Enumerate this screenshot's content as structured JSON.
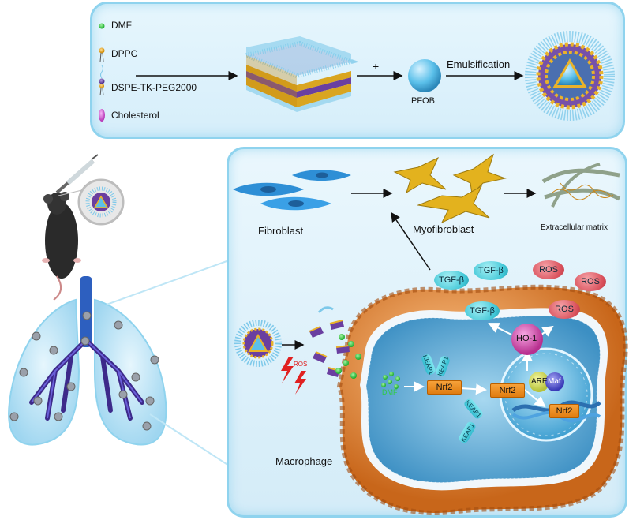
{
  "legend": {
    "dmf": "DMF",
    "dppc": "DPPC",
    "dspe": "DSPE-TK-PEG2000",
    "cholesterol": "Cholesterol"
  },
  "synthesis": {
    "plus": "+",
    "pfob": "PFOB",
    "emulsification": "Emulsification"
  },
  "pathway": {
    "fibroblast": "Fibroblast",
    "myofibroblast": "Myofibroblast",
    "ecm": "Extracellular matrix",
    "macrophage": "Macrophage",
    "ros_trigger": "ROS",
    "tgf": "TGF-β",
    "ros": "ROS",
    "ho1": "HO-1",
    "are": "ARE",
    "maf": "Maf",
    "nrf2": "Nrf2",
    "keap1": "KEAP1",
    "dmf": "DMF"
  },
  "colors": {
    "panel_border": "#8fd3ee",
    "membrane": "#e08a3c",
    "nucleus": "#4fb3e0",
    "tgf": "#3fc6d6",
    "ros": "#d9505b",
    "ho1": "#d94fb0",
    "nrf2": "#f29a2e",
    "dmf_dot": "#2ecc40",
    "dppc": "#f2b632",
    "dspe": "#6a3fa0",
    "cholesterol": "#d65ad6",
    "pfob": "#5bc0ea"
  }
}
